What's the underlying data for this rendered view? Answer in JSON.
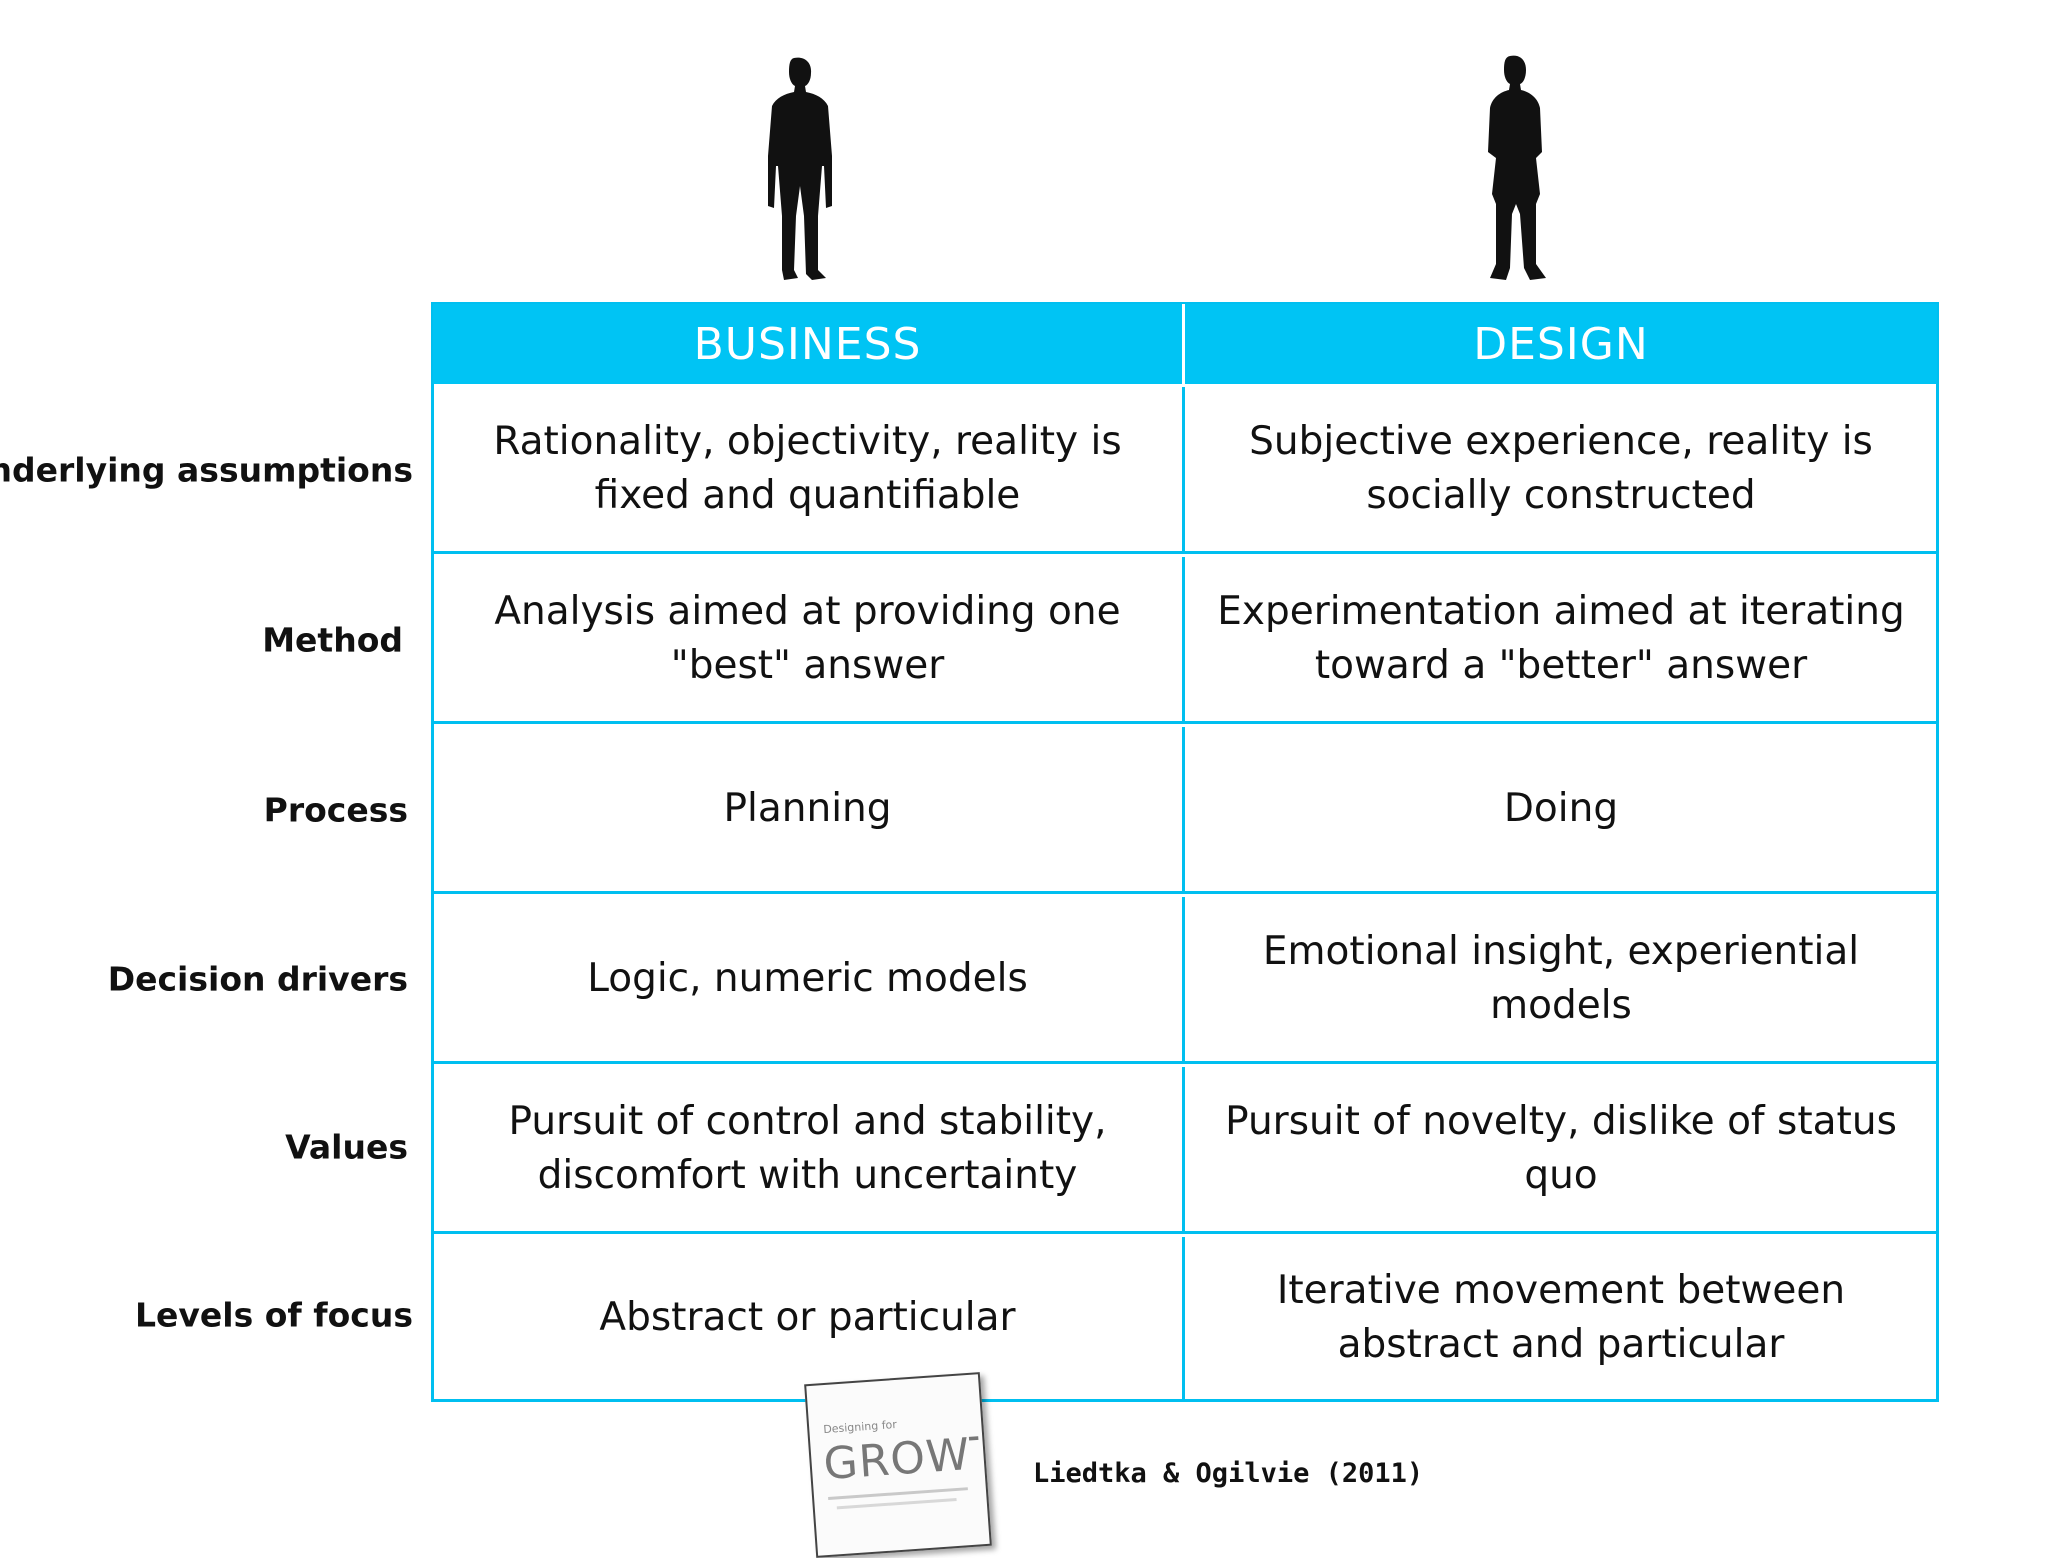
{
  "columns": {
    "business": "BUSINESS",
    "design": "DESIGN"
  },
  "rows": [
    {
      "label": "Underlying assumptions",
      "business": "Rationality, objectivity, reality is fixed and quantifiable",
      "design": "Subjective experience, reality is socially constructed"
    },
    {
      "label": "Method",
      "business": "Analysis aimed at providing one \"best\" answer",
      "design": "Experimentation aimed at iterating toward a \"better\" answer"
    },
    {
      "label": "Process",
      "business": "Planning",
      "design": "Doing"
    },
    {
      "label": "Decision drivers",
      "business": "Logic, numeric models",
      "design": "Emotional insight, experiential models"
    },
    {
      "label": "Values",
      "business": "Pursuit of control and stability, discomfort with uncertainty",
      "design": "Pursuit of novelty, dislike of status quo"
    },
    {
      "label": "Levels of focus",
      "business": "Abstract or particular",
      "design": "Iterative movement between abstract and particular"
    }
  ],
  "citation": "Liedtka & Ogilvie (2011)",
  "book": {
    "overline": "Designing for",
    "title": "GROWTH"
  },
  "colors": {
    "header_bg": "#00c4f4",
    "grid_line": "#00bff0",
    "text": "#111111"
  },
  "icons": {
    "left_figure": "businessman-silhouette-icon",
    "right_figure": "designer-silhouette-icon"
  }
}
